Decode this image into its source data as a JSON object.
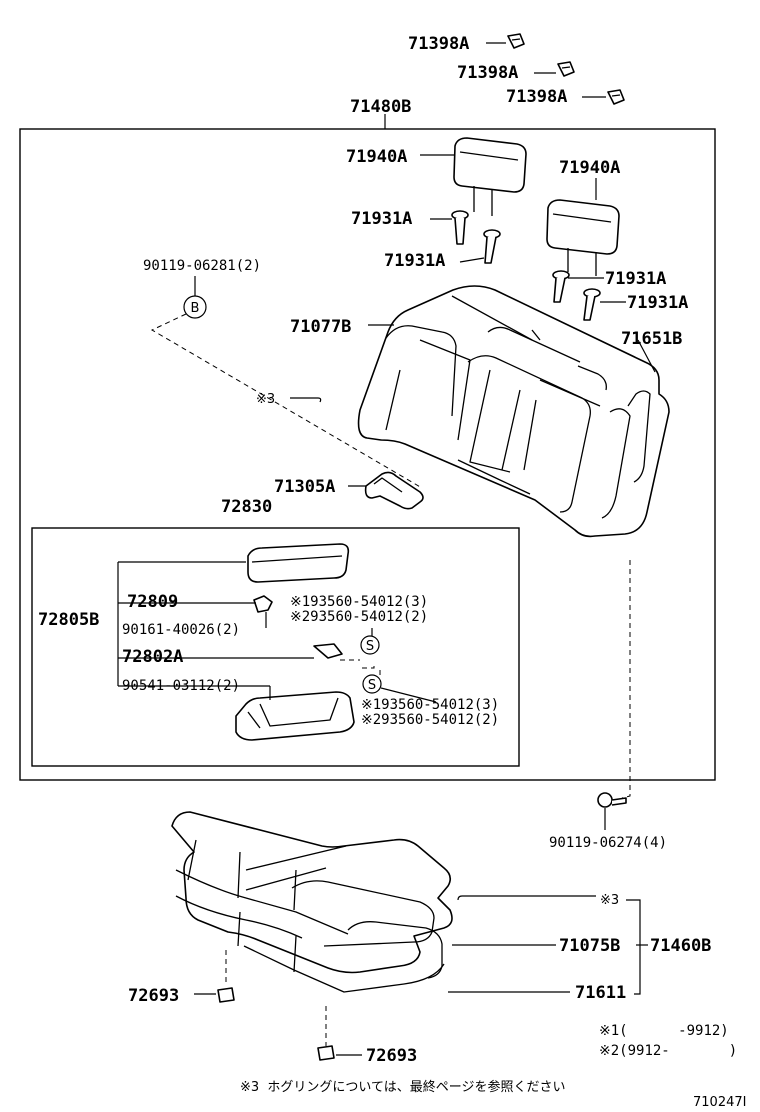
{
  "labels": {
    "p71398a_1": "71398A",
    "p71398a_2": "71398A",
    "p71398a_3": "71398A",
    "p71480b": "71480B",
    "p71940a_l": "71940A",
    "p71940a_r": "71940A",
    "p71931a_1": "71931A",
    "p71931a_2": "71931A",
    "p71931a_3": "71931A",
    "p71931a_4": "71931A",
    "p90119_06281": "90119-06281(2)",
    "ref_b": "B",
    "p71077b": "71077B",
    "p71651b": "71651B",
    "note3_top": "※3",
    "p71305a": "71305A",
    "p72830": "72830",
    "p72809": "72809",
    "p72805b": "72805B",
    "p90161": "90161-40026(2)",
    "p93560_a1": "※193560-54012(3)",
    "p93560_a2": "※293560-54012(2)",
    "ref_s1": "S",
    "p72802a": "72802A",
    "p90541": "90541-03112(2)",
    "ref_s2": "S",
    "p93560_b1": "※193560-54012(3)",
    "p93560_b2": "※293560-54012(2)",
    "p90119_06274": "90119-06274(4)",
    "note3_mid": "※3",
    "p71075b": "71075B",
    "p71460b": "71460B",
    "p72693_l": "72693",
    "p71611": "71611",
    "p72693_b": "72693",
    "legend1": "※1(      -9912)",
    "legend2": "※2(9912-       )",
    "footnote": "※3  ホグリングについては、最終ページを参照ください",
    "drawing_no": "710247I"
  }
}
